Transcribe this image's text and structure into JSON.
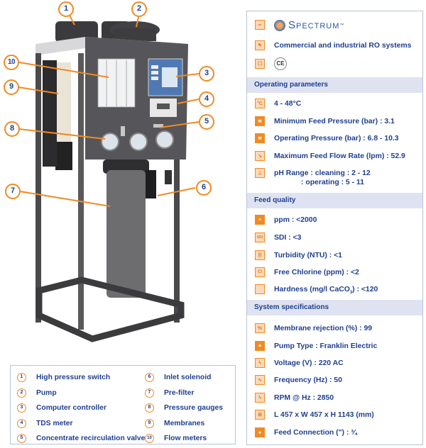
{
  "brand": {
    "name": "Spectrum",
    "trademark": "™",
    "tagline": "Commercial and industrial RO systems",
    "certification": "CE",
    "icons": [
      "link-icon",
      "wrench-icon",
      "certificate-icon"
    ]
  },
  "sections": [
    {
      "title": "Operating parameters",
      "items": [
        {
          "icon": "thermometer-icon",
          "glyph": "°C",
          "text": "4 - 48°C"
        },
        {
          "icon": "pressure-icon",
          "glyph": "≋",
          "text": "Minimum Feed Pressure (bar) : 3.1"
        },
        {
          "icon": "pressure-icon",
          "glyph": "≋",
          "text": "Operating Pressure (bar) : 6.8 - 10.3"
        },
        {
          "icon": "flow-rate-icon",
          "glyph": "↘",
          "text": "Maximum Feed Flow Rate (lpm) : 52.9"
        },
        {
          "icon": "ph-icon",
          "glyph": "⊥",
          "text": "pH Range : cleaning : 2 - 12",
          "sub": ": operating : 5 - 11"
        }
      ]
    },
    {
      "title": "Feed quality",
      "items": [
        {
          "icon": "ppm-icon",
          "glyph": "≡",
          "text": "ppm : <2000"
        },
        {
          "icon": "sdi-icon",
          "glyph": "SDI",
          "text": "SDI : <3"
        },
        {
          "icon": "turbidity-icon",
          "glyph": "|||",
          "text": "Turbidity (NTU) : <1"
        },
        {
          "icon": "chlorine-icon",
          "glyph": "Cl",
          "text": "Free Chlorine (ppm) : <2"
        },
        {
          "icon": "hardness-icon",
          "glyph": "",
          "text": "Hardness (mg/l CaCO",
          "subscript": "3",
          "text_after": ") : <120"
        }
      ]
    },
    {
      "title": "System specifications",
      "items": [
        {
          "icon": "percent-icon",
          "glyph": "%",
          "text": "Membrane rejection (%) : 99"
        },
        {
          "icon": "pump-icon",
          "glyph": "✦",
          "text": "Pump Type : Franklin Electric"
        },
        {
          "icon": "voltage-icon",
          "glyph": "ϟ",
          "text": "Voltage (V) : 220 AC"
        },
        {
          "icon": "frequency-icon",
          "glyph": "∿",
          "text": "Frequency (Hz) : 50"
        },
        {
          "icon": "rpm-icon",
          "glyph": "ϟ",
          "text": "RPM @ Hz : 2850"
        },
        {
          "icon": "dimensions-icon",
          "glyph": "⊞",
          "text": "L 457 x W 457 x H 1143 (mm)"
        },
        {
          "icon": "connection-icon",
          "glyph": "●",
          "text": "Feed Connection (\") : ¾"
        }
      ]
    }
  ],
  "legend": [
    {
      "num": "1",
      "label": "High pressure switch"
    },
    {
      "num": "2",
      "label": "Pump"
    },
    {
      "num": "3",
      "label": "Computer controller"
    },
    {
      "num": "4",
      "label": "TDS meter"
    },
    {
      "num": "5",
      "label": "Concentrate recirculation valve"
    },
    {
      "num": "6",
      "label": "Inlet solenoid"
    },
    {
      "num": "7",
      "label": "Pre-filter"
    },
    {
      "num": "8",
      "label": "Pressure gauges"
    },
    {
      "num": "9",
      "label": "Membranes"
    },
    {
      "num": "10",
      "label": "Flow meters"
    }
  ],
  "callouts": [
    "1",
    "2",
    "3",
    "4",
    "5",
    "6",
    "7",
    "8",
    "9",
    "10"
  ],
  "colors": {
    "accent": "#f08a24",
    "text": "#1f3f8f",
    "section_bg": "#dfe3f1",
    "border": "#b9c3dc"
  }
}
